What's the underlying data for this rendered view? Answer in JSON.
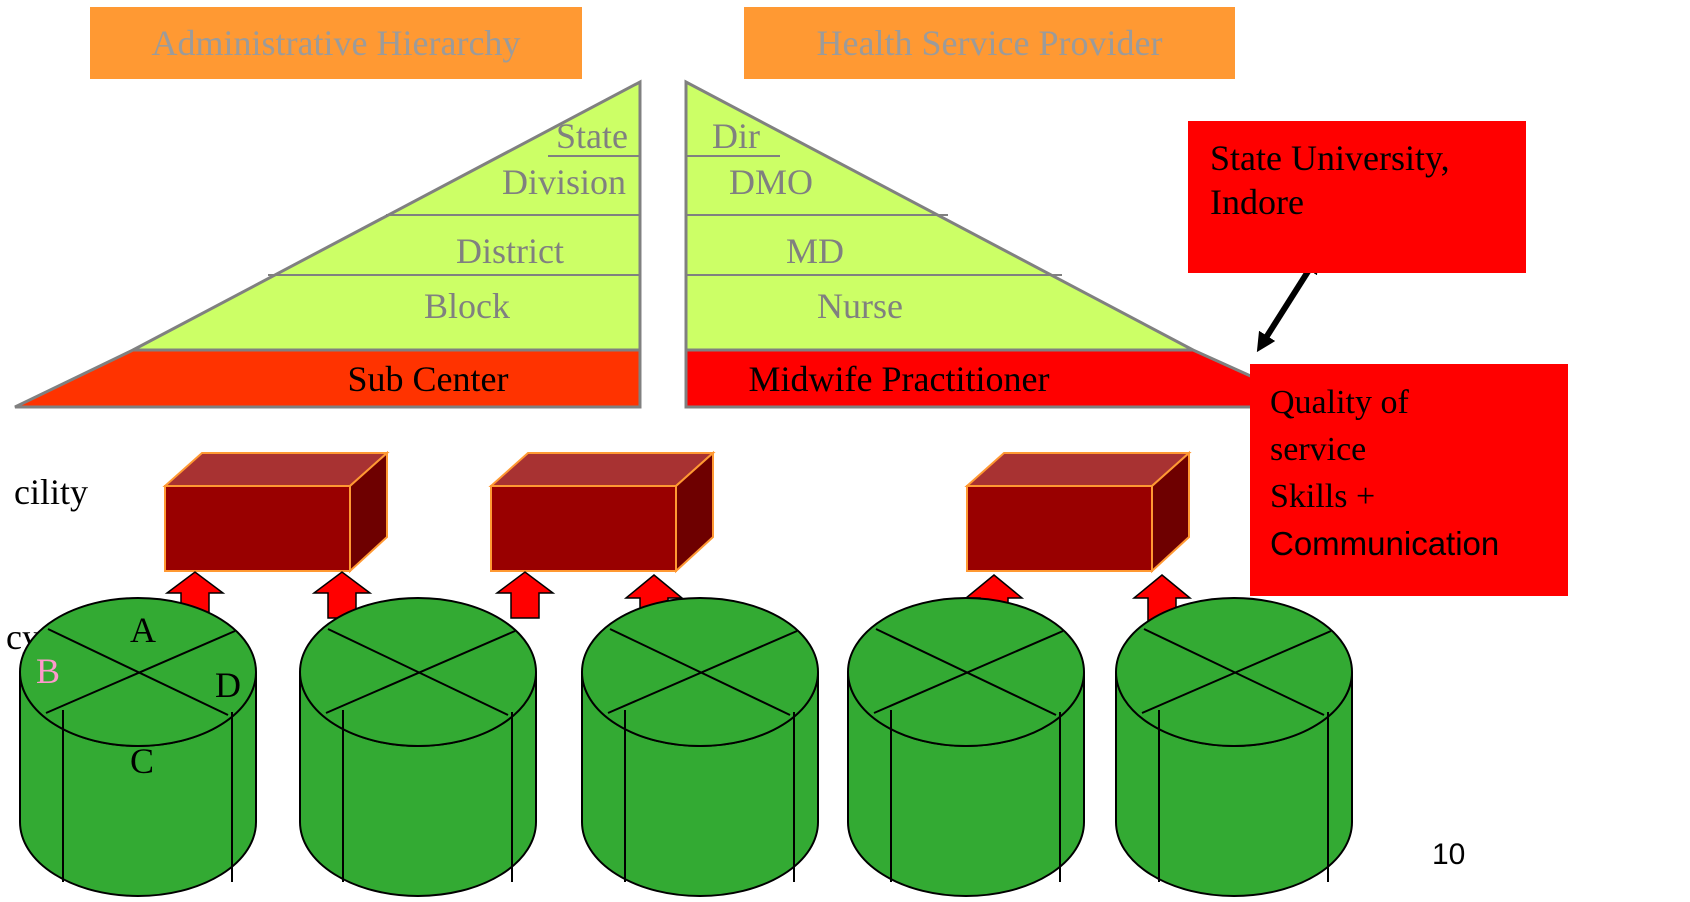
{
  "headers": {
    "admin": "Administrative Hierarchy",
    "provider": "Health Service Provider"
  },
  "admin_pyramid": {
    "levels": [
      "State",
      "Division",
      "District",
      "Block"
    ],
    "base": "Sub Center"
  },
  "provider_pyramid": {
    "levels": [
      "Dir",
      "DMO",
      "MD",
      "Nurse"
    ],
    "base": "Midwife Practitioner"
  },
  "university_box": "State University, Indore",
  "quality_box": [
    "Quality of",
    "service",
    "Skills +",
    "Communication"
  ],
  "left_fragments": [
    "cility",
    "cy"
  ],
  "cylinder_segments": [
    "A",
    "B",
    "C",
    "D"
  ],
  "slide_number": "10",
  "colors": {
    "pyramid_fill": "#ccff66",
    "admin_base": "#ff3300",
    "provider_base": "#ff0000",
    "header_bg": "#ff9933",
    "red_box": "#ff0000",
    "facility_front": "#990000",
    "facility_top": "#a83232",
    "facility_side": "#6e0000",
    "cylinder": "#33aa33",
    "arrow": "#ff0000",
    "segment_b": "#ff99cc"
  },
  "facility_count": 3,
  "cylinder_count": 5,
  "arrow_count": 6
}
